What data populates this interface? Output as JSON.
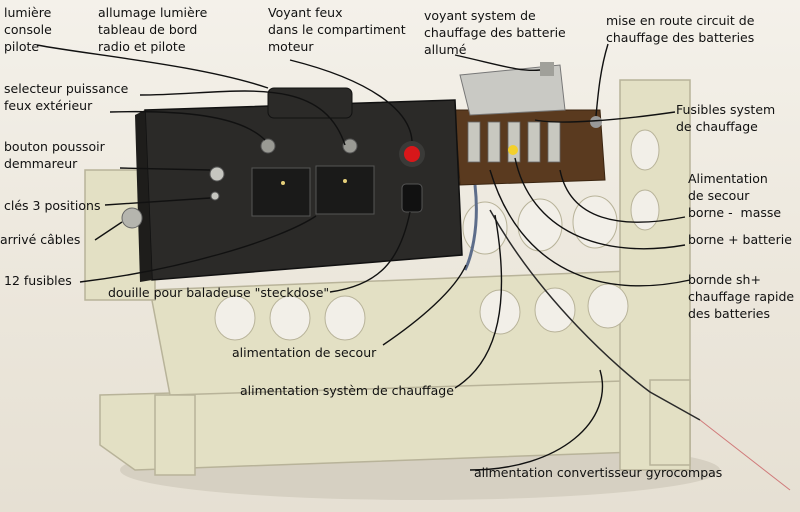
{
  "labels": {
    "console_light": "lumière\nconsole\npilote",
    "panel_light": "allumage lumière\ntableau de bord\nradio et pilote",
    "engine_fire_light": "Voyant feux\ndans le compartiment\nmoteur",
    "battery_heating_light": "voyant system de\nchauffage des batterie\nallumé",
    "battery_heating_start": "mise en route circuit de\nchauffage des batteries",
    "power_selector": "selecteur puissance\nfeux extérieur",
    "fuse_heating": "Fusibles system\nde chauffage",
    "starter_button": "bouton poussoir\ndemmareur",
    "backup_supply": "Alimentation\nde secour\nborne -  masse",
    "battery_plus": "borne + batterie",
    "key_switch": "clés 3 positions",
    "cable_entry": "arrivé câbles",
    "sh_terminal": "bornde sh+\nchauffage rapide\ndes batteries",
    "fuses": "12 fusibles",
    "socket": "douille pour baladeuse \"steckdose\"",
    "emergency_supply": "alimentation de secour",
    "heating_supply": "alimentation systèm de chauffage",
    "gyro_supply": "alimentation convertisseur gyrocompas"
  },
  "colors": {
    "panel_box": "#2b2a28",
    "frame": "#e3e0c4",
    "indicator_red": "#d8171a",
    "indicator_yellow": "#f3d02c",
    "fuse_board": "#5a3a1f"
  }
}
